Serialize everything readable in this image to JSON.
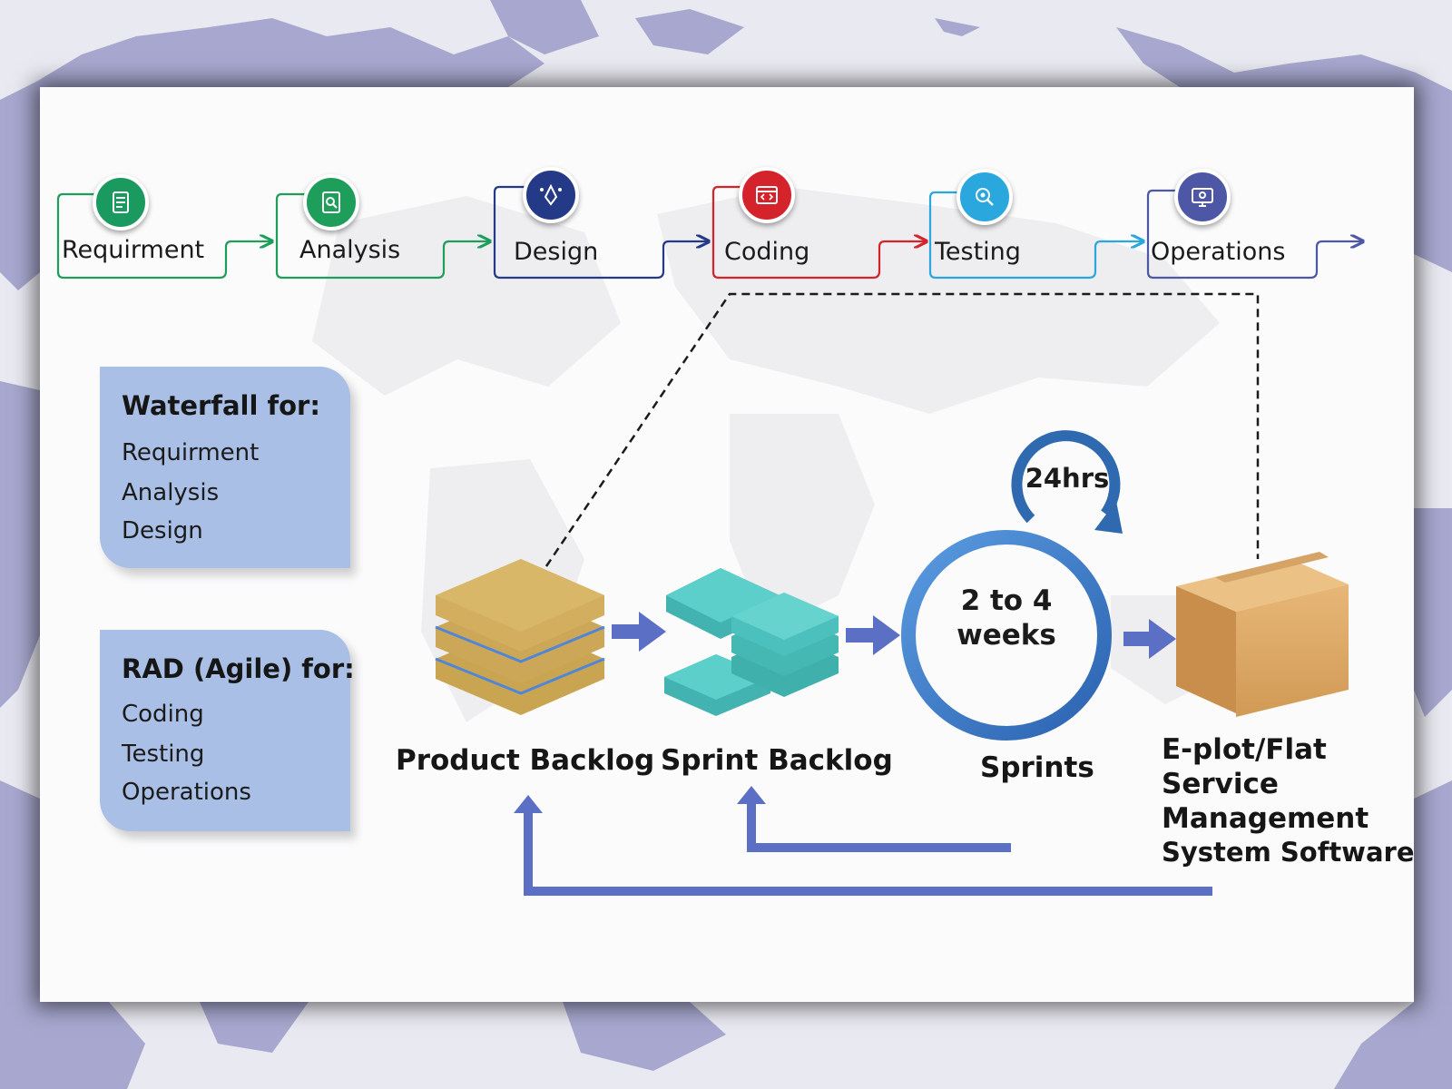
{
  "stages": [
    {
      "label": "Requirment",
      "color": "#1a9a5e",
      "icon": "document-icon"
    },
    {
      "label": "Analysis",
      "color": "#1f9d5a",
      "icon": "search-document-icon"
    },
    {
      "label": "Design",
      "color": "#243a86",
      "icon": "pen-tool-icon"
    },
    {
      "label": "Coding",
      "color": "#d4232b",
      "icon": "code-window-icon"
    },
    {
      "label": "Testing",
      "color": "#2aa7dd",
      "icon": "bug-search-icon"
    },
    {
      "label": "Operations",
      "color": "#4d57a6",
      "icon": "monitor-settings-icon"
    }
  ],
  "waterfall": {
    "title": "Waterfall for:",
    "items": [
      "Requirment",
      "Analysis",
      "Design"
    ]
  },
  "agile": {
    "title": "RAD (Agile) for:",
    "items": [
      "Coding",
      "Testing",
      "Operations"
    ]
  },
  "flow": {
    "product_backlog": "Product Backlog",
    "sprint_backlog": "Sprint Backlog",
    "sprints": "Sprints",
    "cycle_text_line1": "2 to 4",
    "cycle_text_line2": "weeks",
    "daily_text": "24hrs",
    "output_lines": [
      "E-plot/Flat",
      "Service",
      "Management",
      "System Software"
    ]
  },
  "colors": {
    "panel": "#a9bfe6",
    "flow_arrow": "#5b6fc4",
    "backlog_gold": "#c9a552",
    "sprint_teal": "#4cc5c0",
    "cycle_blue": "#3a78c2",
    "map_purple": "#a9a9d0"
  }
}
